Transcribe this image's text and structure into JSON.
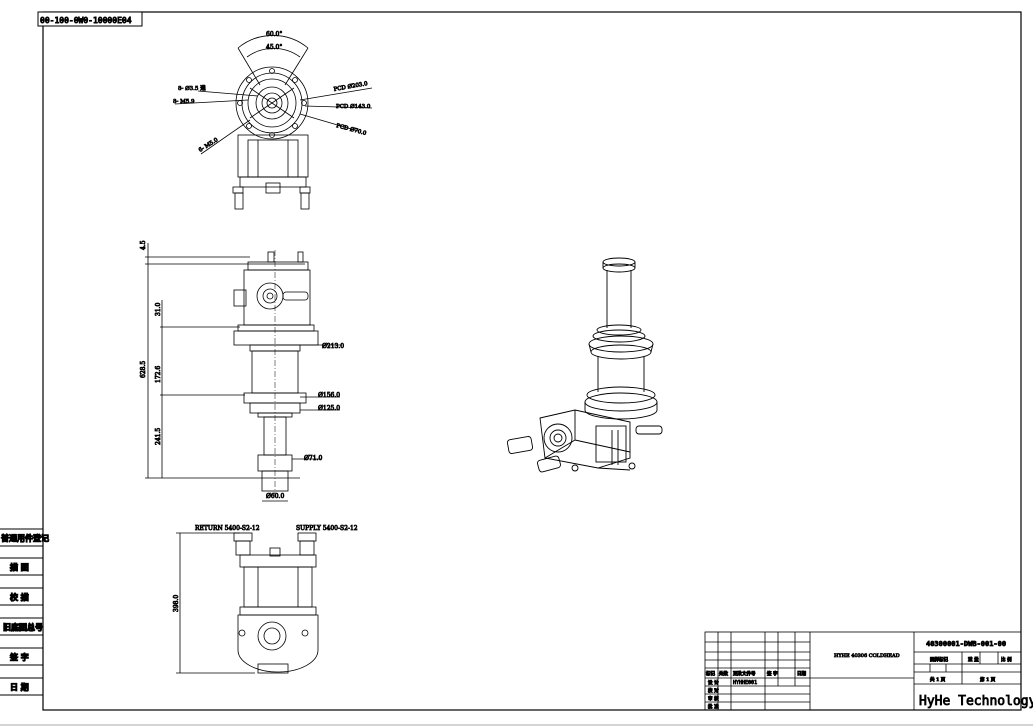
{
  "drawing_number_box": "00-100-0W0-10000E04",
  "top_view": {
    "angle_outer": "60.0°",
    "angle_inner": "45.0°",
    "hole_callout_1": "8- Ø3.5 通",
    "hole_callout_2": "8- M5.9",
    "hole_callout_3": "6- M5.0",
    "pcd_1": "PCD Ø203.0",
    "pcd_2": "PCD Ø143.0",
    "pcd_3": "PCD Ø70.0"
  },
  "side_view": {
    "dim_top": "4.5",
    "dim_step": "31.0",
    "dim_total": "628.5",
    "dim_mid": "172.6",
    "dim_lower": "241.5",
    "dia_1": "Ø213.0",
    "dia_2": "Ø156.0",
    "dia_3": "Ø125.0",
    "dia_4": "Ø71.0",
    "dia_5": "Ø60.0"
  },
  "bottom_view": {
    "return_label": "RETURN 5400-S2-12",
    "supply_label": "SUPPLY 5400-S2-12",
    "height_dim": "398.0"
  },
  "left_strip": [
    "普通用件登记",
    "描  图",
    "校  描",
    "旧底图总号",
    "签  字",
    "日  期"
  ],
  "title_block": {
    "title": "HYHE 40306 COLDHEAD",
    "drawing_no": "40300001-DWB-001-00",
    "headers": [
      "图样标记",
      "重 量",
      "比 例"
    ],
    "sheet": [
      "共 1 页",
      "第 1 页"
    ],
    "rev_headers": [
      "标记",
      "处数",
      "更改文件号",
      "签 字",
      "日期"
    ],
    "rows": [
      "设 计",
      "校 对",
      "审 核",
      "批 准"
    ],
    "designer": "HYHHE001",
    "company": "HyHe Technology"
  },
  "colors": {
    "line": "#000000",
    "background": "#ffffff"
  }
}
